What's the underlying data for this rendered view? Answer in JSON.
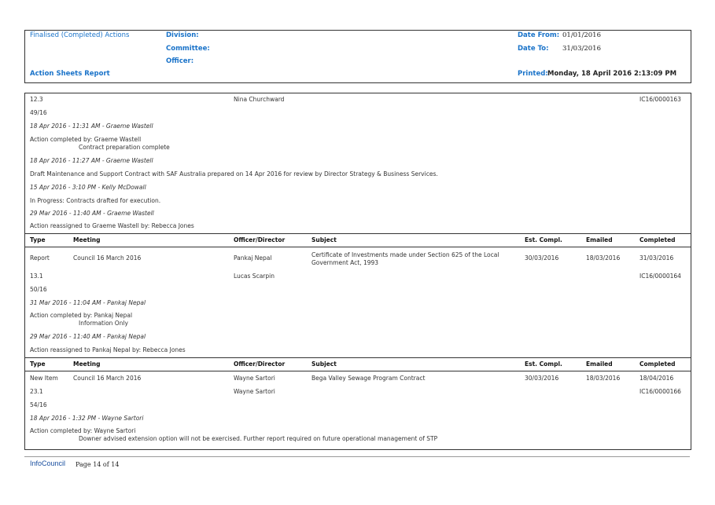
{
  "header": {
    "report_type": "Finalised (Completed) Actions",
    "division_label": "Division:",
    "committee_label": "Committee:",
    "officer_label": "Officer:",
    "report_title": "Action Sheets Report",
    "date_from_label": "Date From:",
    "date_from_value": "01/01/2016",
    "date_to_label": "Date To:",
    "date_to_value": "31/03/2016",
    "printed_label": "Printed:",
    "printed_value": "Monday, 18 April 2016 2:13:09 PM"
  },
  "columns": {
    "type": "Type",
    "meeting": "Meeting",
    "officer": "Officer/Director",
    "subject": "Subject",
    "est_compl": "Est. Compl.",
    "emailed": "Emailed",
    "completed": "Completed"
  },
  "block0": {
    "item": "12.3",
    "officer": "Nina Churchward",
    "ref": "IC16/0000163",
    "resolution": "49/16",
    "notes": [
      {
        "text": "18 Apr 2016 - 11:31 AM - Graeme Wastell",
        "italic": true
      },
      {
        "text": "Action completed by: Graeme Wastell",
        "italic": false
      },
      {
        "text": "Contract preparation complete",
        "italic": false
      },
      {
        "text": "18 Apr 2016 - 11:27 AM - Graeme Wastell",
        "italic": true
      },
      {
        "text": "Draft Maintenance and Support Contract with SAF Australia prepared on 14 Apr 2016 for review by Director Strategy & Business Services.",
        "italic": false
      },
      {
        "text": "15 Apr 2016 - 3:10 PM - Kelly McDowall",
        "italic": true
      },
      {
        "text": "In Progress: Contracts drafted for execution.",
        "italic": false
      },
      {
        "text": "29 Mar 2016 - 11:40 AM - Graeme Wastell",
        "italic": true
      },
      {
        "text": "Action reassigned to Graeme Wastell by: Rebecca Jones",
        "italic": false
      }
    ]
  },
  "block1": {
    "type": "Report",
    "meeting": "Council 16 March 2016",
    "officer": "Pankaj Nepal",
    "subject_line1": "Certificate of Investments made under Section 625 of the Local",
    "subject_line2": "Government Act, 1993",
    "est_compl": "30/03/2016",
    "emailed": "18/03/2016",
    "completed": "31/03/2016",
    "item": "13.1",
    "officer2": "Lucas Scarpin",
    "ref": "IC16/0000164",
    "resolution": "50/16",
    "notes": [
      {
        "text": "31 Mar 2016 - 11:04 AM - Pankaj Nepal",
        "italic": true
      },
      {
        "text": "Action completed by: Pankaj Nepal",
        "italic": false
      },
      {
        "text": "Information Only",
        "italic": false
      },
      {
        "text": "29 Mar 2016 - 11:40 AM - Pankaj Nepal",
        "italic": true
      },
      {
        "text": "Action reassigned to Pankaj Nepal by: Rebecca Jones",
        "italic": false
      }
    ]
  },
  "block2": {
    "type": "New Item",
    "meeting": "Council 16 March 2016",
    "officer": "Wayne Sartori",
    "subject": "Bega Valley Sewage Program Contract",
    "est_compl": "30/03/2016",
    "emailed": "18/03/2016",
    "completed": "18/04/2016",
    "item": "23.1",
    "officer2": "Wayne Sartori",
    "ref": "IC16/0000166",
    "resolution": "54/16",
    "notes": [
      {
        "text": "18 Apr 2016 - 1:32 PM - Wayne Sartori",
        "italic": true
      },
      {
        "text": "Action completed by: Wayne Sartori",
        "italic": false
      },
      {
        "text": "Downer advised extension option will not be exercised.  Further report required on future operational management of STP",
        "italic": false
      }
    ]
  },
  "footer": {
    "brand": "InfoCouncil",
    "page": "Page 14 of 14"
  }
}
